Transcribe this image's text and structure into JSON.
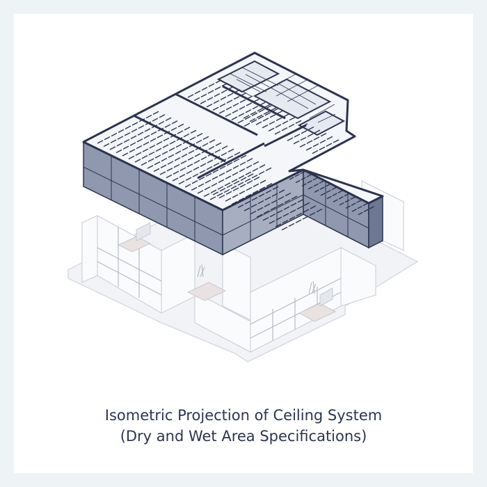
{
  "caption": {
    "line1": "Isometric Projection of Ceiling System",
    "line2": "(Dry and Wet Area Specifications)"
  },
  "colors": {
    "background": "#eef3f6",
    "card": "#ffffff",
    "ceiling_frame": "#3e4764",
    "ceiling_side": "#8f98ae",
    "ceiling_top": "#f4f6fa",
    "grid_line": "#2b3350",
    "lower_floor": "#c8ccd4",
    "caption_text": "#2c3550"
  },
  "icons": [
    "ceiling-grid",
    "floor-plan-ghost",
    "partition-walls",
    "glazing-panels"
  ]
}
